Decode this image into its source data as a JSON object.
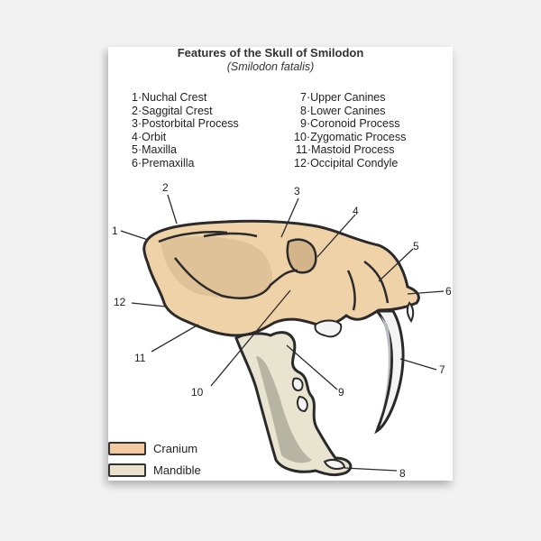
{
  "title": "Features of the Skull of Smilodon",
  "subtitle": "(Smilodon fatalis)",
  "features_left": [
    "1·Nuchal Crest",
    "2·Saggital Crest",
    "3·Postorbital Process",
    "4·Orbit",
    "5·Maxilla",
    "6·Premaxilla"
  ],
  "features_right": [
    "7·Upper Canines",
    "8·Lower Canines",
    "9·Coronoid Process",
    "10·Zygomatic Process",
    "11·Mastoid Process",
    "12·Occipital Condyle"
  ],
  "callouts": [
    "1",
    "2",
    "3",
    "4",
    "5",
    "6",
    "7",
    "8",
    "9",
    "10",
    "11",
    "12"
  ],
  "key": [
    {
      "label": "Cranium",
      "color": "#f2c9a0"
    },
    {
      "label": "Mandible",
      "color": "#e8e2cc"
    }
  ],
  "colors": {
    "cranium": "#efd2a8",
    "cranium_shadow": "#d4b48b",
    "mandible": "#e8e4cf",
    "mandible_shadow": "#b8b4a4",
    "tooth": "#f4f4f4",
    "tooth_shadow": "#b9bcc0",
    "outline": "#2a2a2a"
  }
}
